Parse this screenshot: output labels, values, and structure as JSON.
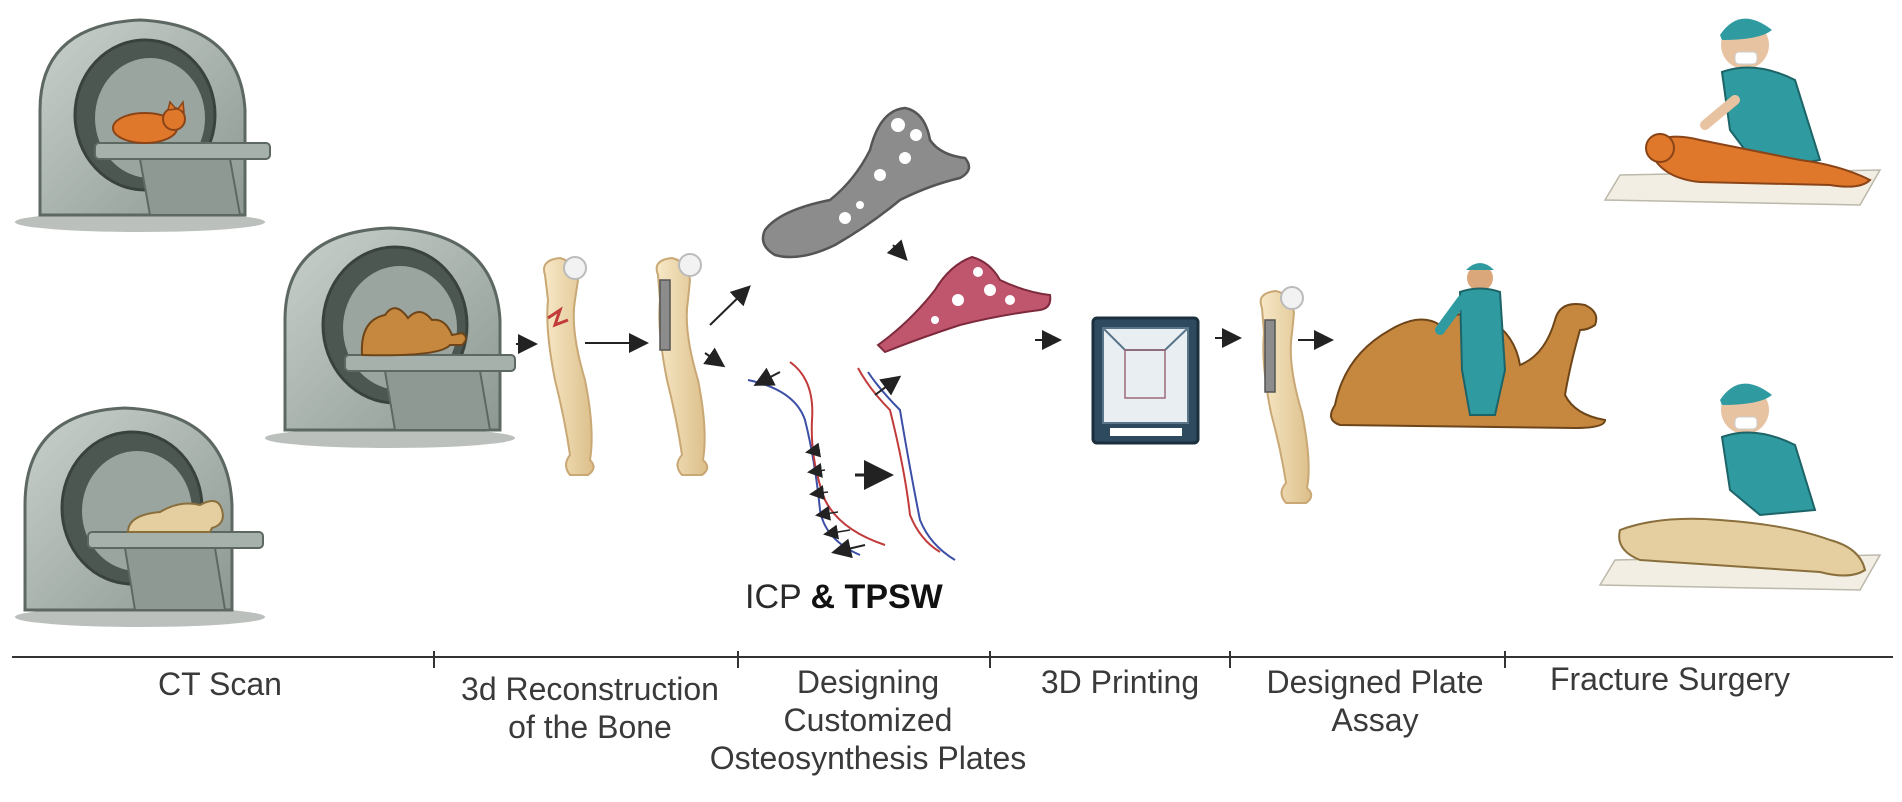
{
  "stages": [
    {
      "id": "ct",
      "lines": [
        "CT Scan"
      ]
    },
    {
      "id": "recon",
      "lines": [
        "3d Reconstruction",
        "of the Bone"
      ]
    },
    {
      "id": "design",
      "lines": [
        "Designing",
        "Customized",
        "Osteosynthesis Plates"
      ]
    },
    {
      "id": "print",
      "lines": [
        "3D Printing"
      ]
    },
    {
      "id": "assay",
      "lines": [
        "Designed Plate",
        "Assay"
      ]
    },
    {
      "id": "surgery",
      "lines": [
        "Fracture Surgery"
      ]
    }
  ],
  "method_label": {
    "icp": "ICP",
    "amp": "&",
    "tpsw": "TPSW"
  },
  "colors": {
    "scanner": "#aeb8b2",
    "scanner_dark": "#6f7a75",
    "bone": "#efd9ad",
    "bone_edge": "#c9a875",
    "plate_grey": "#8c8c8c",
    "plate_pink": "#c0566e",
    "curve_red": "#c23b3b",
    "curve_blue": "#3b4fa6",
    "scrubs": "#2f9aa0",
    "camel": "#c6873f",
    "cat": "#e0782c",
    "dog": "#e5cfa0"
  },
  "icons": [
    "ct-scanner-icon",
    "cat-icon",
    "camel-icon",
    "dog-icon",
    "femur-icon",
    "bone-plate-icon",
    "3d-printer-icon",
    "surgeon-icon"
  ]
}
